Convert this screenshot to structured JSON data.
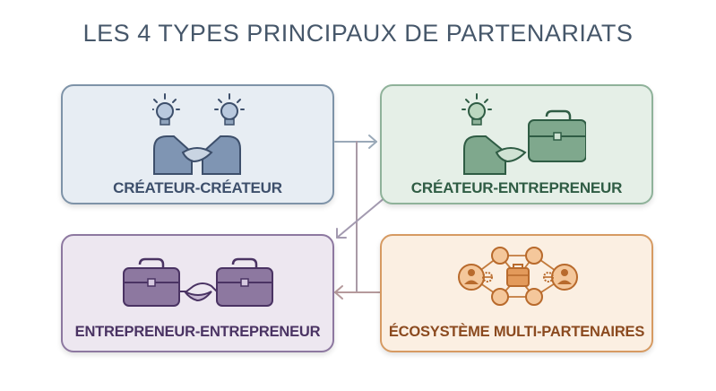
{
  "title": "LES 4 TYPES PRINCIPAUX DE PARTENARIATS",
  "cards": [
    {
      "label": "CRÉATEUR-CRÉATEUR",
      "icon": "creators-handshake-icon",
      "color": "#7e93a8"
    },
    {
      "label": "CRÉATEUR-ENTREPRENEUR",
      "icon": "creator-business-handshake-icon",
      "color": "#8fb29a"
    },
    {
      "label": "ENTREPRENEUR-ENTREPRENEUR",
      "icon": "briefcases-handshake-icon",
      "color": "#8d78a0"
    },
    {
      "label": "ÉCOSYSTÈME MULTI-PARTENAIRES",
      "icon": "network-ecosystem-icon",
      "color": "#d69a62"
    }
  ]
}
